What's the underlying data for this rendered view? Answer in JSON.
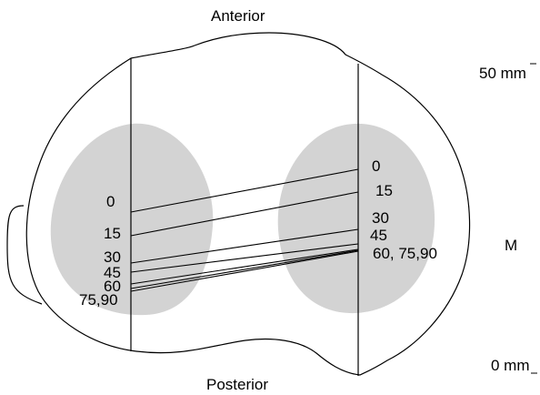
{
  "labels": {
    "anterior": "Anterior",
    "posterior": "Posterior",
    "scale_top": "50 mm",
    "scale_bottom": "0 mm",
    "side": "M"
  },
  "angles_left": {
    "a0": "0",
    "a15": "15",
    "a30": "30",
    "a45": "45",
    "a60": "60",
    "a75_90": "75,90"
  },
  "angles_right": {
    "a0": "0",
    "a15": "15",
    "a30": "30",
    "a45": "45",
    "a60_75_90": "60, 75,90"
  },
  "colors": {
    "contact_area": "#d3d3d3",
    "outline": "#000000"
  }
}
